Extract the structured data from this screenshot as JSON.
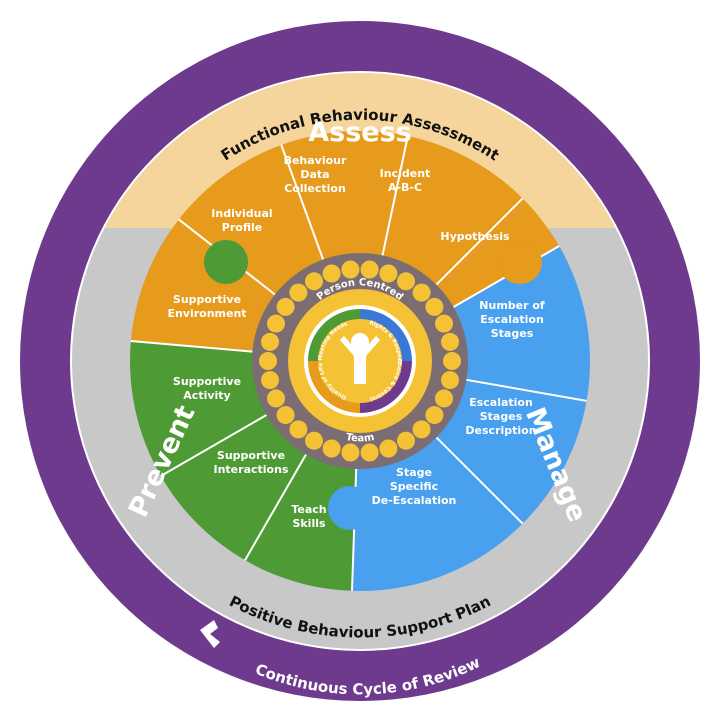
{
  "outer_ring": {
    "label": "Continuous Cycle of Review",
    "color": "#6e3a8e"
  },
  "top_band": {
    "label": "Functional Behaviour Assessment",
    "color": "#f5d59c"
  },
  "bottom_band": {
    "label": "Positive Behaviour Support Plan",
    "color": "#c8c8c8"
  },
  "sections": {
    "assess": {
      "label": "Assess",
      "color": "#e69b1c"
    },
    "prevent": {
      "label": "Prevent",
      "color": "#4e9a35"
    },
    "manage": {
      "label": "Manage",
      "color": "#49a0ee"
    }
  },
  "segments": {
    "individual_profile": [
      "Individual",
      "Profile"
    ],
    "behaviour_data_collection": [
      "Behaviour",
      "Data",
      "Collection"
    ],
    "incident_abc": [
      "Incident",
      "A-B-C"
    ],
    "hypothesis": [
      "Hypothesis"
    ],
    "supportive_environment": [
      "Supportive",
      "Environment"
    ],
    "supportive_activity": [
      "Supportive",
      "Activity"
    ],
    "supportive_interactions": [
      "Supportive",
      "Interactions"
    ],
    "teach_skills": [
      "Teach",
      "Skills"
    ],
    "number_of_escalation_stages": [
      "Number of",
      "Escalation",
      "Stages"
    ],
    "escalation_stages_description": [
      "Escalation",
      "Stages",
      "Description"
    ],
    "stage_specific_de_escalation": [
      "Stage",
      "Specific",
      "De-Escalation"
    ]
  },
  "center": {
    "outer_label_top": "Person Centred",
    "outer_label_bottom": "Team",
    "inner_labels": [
      "Meeting Needs",
      "Rights & Respect",
      "Choice & Control",
      "Quality of Life"
    ],
    "bead_color": "#f5c235",
    "ring_color": "#7c6d73",
    "core_color": "#f5c235"
  }
}
